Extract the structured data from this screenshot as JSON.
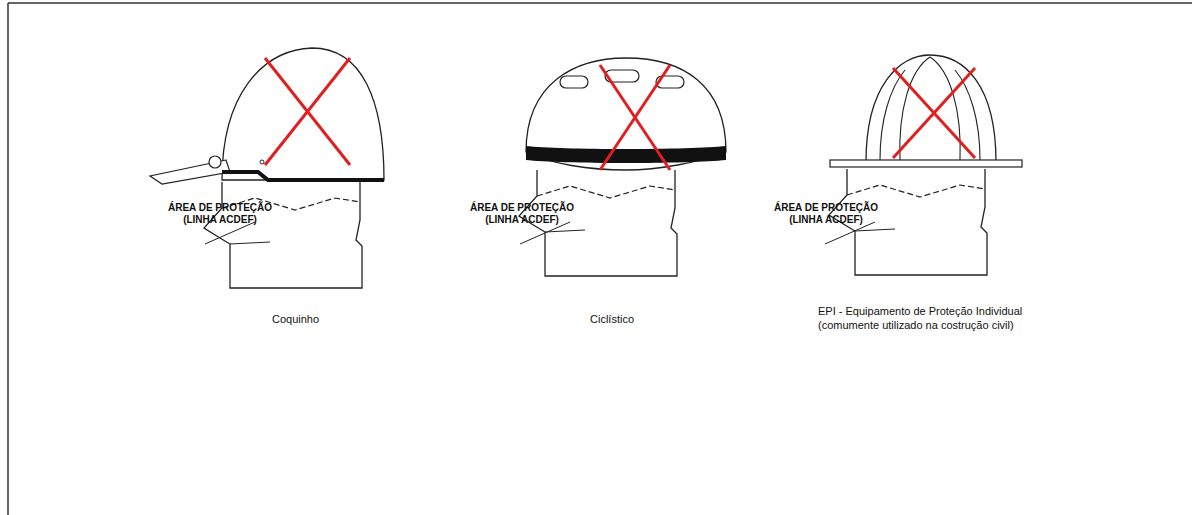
{
  "diagram": {
    "labels": [
      "ÁREA DE PROTEÇÃO (LINHA ACDEF)",
      "ÁREA DE PROTEÇÃO (LINHA ACDEF)",
      "ÁREA DE PROTEÇÃO (LINHA ACDEF)",
      "Coquinho",
      "Ciclístico",
      "EPI - Equipamento de Proteção Individual (comumente utilizado na costrução civil)"
    ]
  }
}
